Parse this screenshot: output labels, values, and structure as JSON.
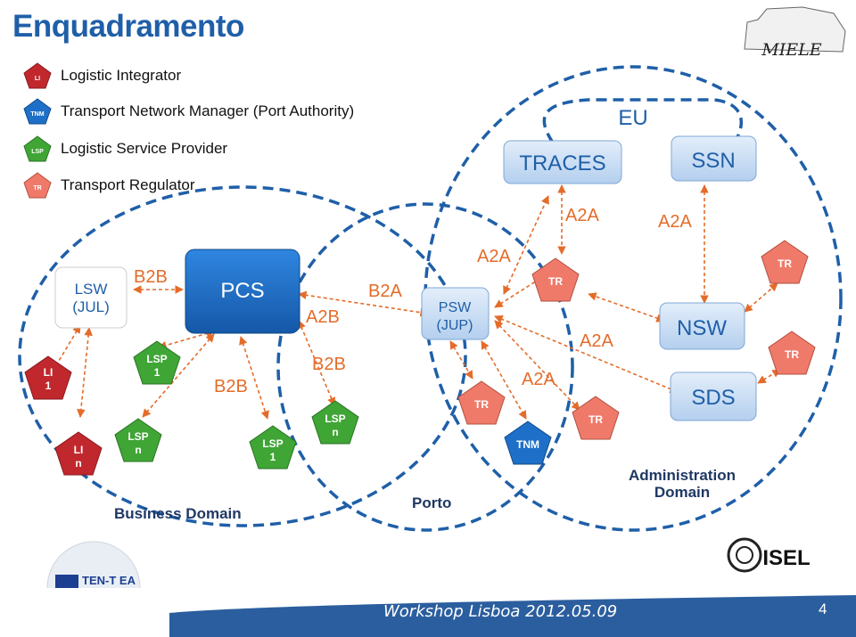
{
  "slide": {
    "title": "Enquadramento",
    "page_number": "4",
    "footer": "Workshop Lisboa 2012.05.09"
  },
  "legend": [
    {
      "abbr": "LI",
      "label": "Logistic Integrator",
      "color": "#c0282e"
    },
    {
      "abbr": "TNM",
      "label": "Transport Network Manager (Port Authority)",
      "color": "#1e6fc7"
    },
    {
      "abbr": "LSP",
      "label": "Logistic Service Provider",
      "color": "#3fa535"
    },
    {
      "abbr": "TR",
      "label": "Transport Regulator",
      "color": "#f07a6a"
    }
  ],
  "domains": {
    "business": "Business Domain",
    "porto": "Porto",
    "administration": "Administration Domain",
    "eu": "EU"
  },
  "systems": {
    "lsw": "LSW (JUL)",
    "pcs": "PCS",
    "psw": "PSW (JUP)",
    "traces": "TRACES",
    "ssn": "SSN",
    "nsw": "NSW",
    "sds": "SDS"
  },
  "actors": {
    "li1": "LI 1",
    "lin": "LI n",
    "lsp1a": "LSP 1",
    "lspna": "LSP n",
    "lsp1b": "LSP 1",
    "lspnb": "LSP n",
    "tr": "TR",
    "tnm": "TNM"
  },
  "relations": {
    "b2b": "B2B",
    "a2b": "A2B",
    "b2a": "B2A",
    "a2a": "A2A"
  },
  "logos": {
    "miele": "MIELE",
    "isel": "ISEL",
    "tent": "TEN-T EA"
  },
  "colors": {
    "li": "#c0282e",
    "tnm": "#1e6fc7",
    "lsp": "#3fa535",
    "tr": "#f07a6a",
    "box": "#c9ddf2",
    "pcs": "#1e6fc7",
    "relation": "#e46c2a",
    "title": "#1f5fa8",
    "footer": "#2b5e9e"
  }
}
